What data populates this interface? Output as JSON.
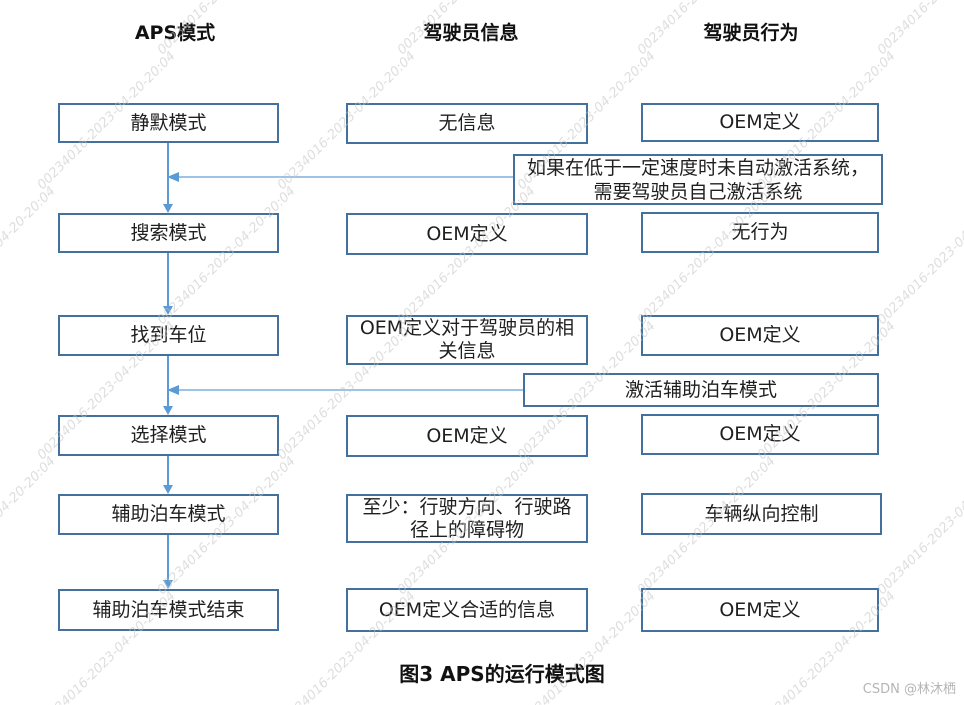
{
  "headers": [
    "APS模式",
    "驾驶员信息",
    "驾驶员行为"
  ],
  "rows": [
    {
      "mode": "静默模式",
      "info": "无信息",
      "behavior": "OEM定义"
    },
    {
      "mode": "搜索模式",
      "info": "OEM定义",
      "behavior": "无行为"
    },
    {
      "mode": "找到车位",
      "info": "OEM定义对于驾驶员的相关信息",
      "behavior": "OEM定义"
    },
    {
      "mode": "选择模式",
      "info": "OEM定义",
      "behavior": "OEM定义"
    },
    {
      "mode": "辅助泊车模式",
      "info": "至少：行驶方向、行驶路径上的障碍物",
      "behavior": "车辆纵向控制"
    },
    {
      "mode": "辅助泊车模式结束",
      "info": "OEM定义合适的信息",
      "behavior": "OEM定义"
    }
  ],
  "annotations": [
    {
      "text": "如果在低于一定速度时未自动激活系统，需要驾驶员自己激活系统"
    },
    {
      "text": "激活辅助泊车模式"
    }
  ],
  "caption": "图3 APS的运行模式图",
  "watermark": {
    "text": "00234016-2023-04-20-20:04"
  },
  "credit": "CSDN @林沐栖",
  "colors": {
    "box_border": "#41719c",
    "arrow": "#5b9bd5",
    "arrow_light": "#9dc3e6",
    "watermark": "#c4c4c4",
    "text": "#1f1f1f"
  }
}
